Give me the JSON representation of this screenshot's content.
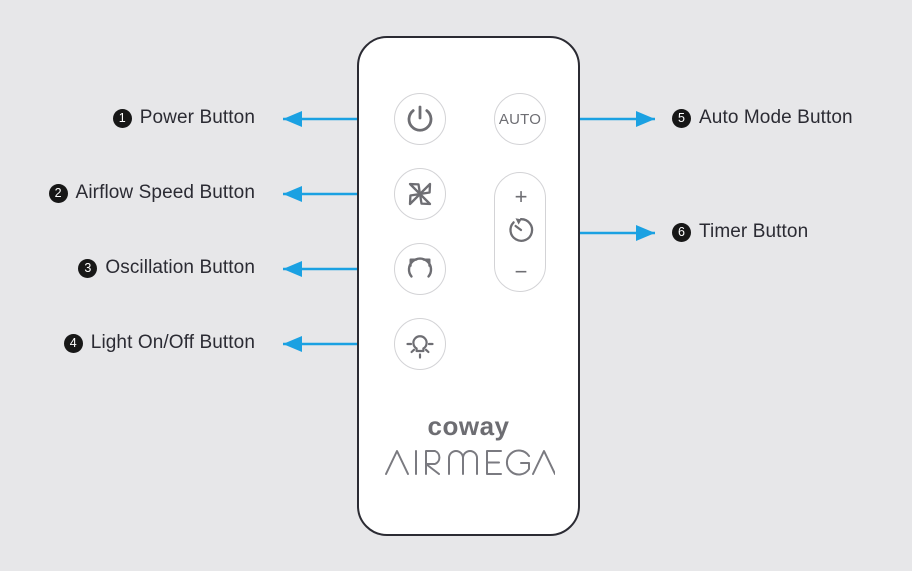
{
  "background_color": "#e7e7e9",
  "accent_color": "#1ba1e2",
  "remote": {
    "body_border_color": "#2b2b33",
    "body_fill_color": "#ffffff",
    "button_stroke_color": "#d3d3d6",
    "icon_color": "#6e6e73",
    "buttons": [
      {
        "id": "power",
        "icon": "power-icon",
        "label": ""
      },
      {
        "id": "airflow",
        "icon": "fan-blade-icon",
        "label": ""
      },
      {
        "id": "osc",
        "icon": "oscillation-icon",
        "label": ""
      },
      {
        "id": "light",
        "icon": "light-bulb-icon",
        "label": ""
      },
      {
        "id": "auto",
        "icon": "auto-text-icon",
        "label": "AUTO"
      },
      {
        "id": "timer",
        "icon": "timer-clock-icon",
        "label": ""
      }
    ],
    "timer": {
      "plus_label": "+",
      "minus_label": "−"
    },
    "brand": {
      "name": "coway",
      "product": "AIRMEGA",
      "color": "#6d6d72"
    }
  },
  "callouts": [
    {
      "number": "❶",
      "index": "1",
      "label": "Power Button",
      "side": "left"
    },
    {
      "number": "❷",
      "index": "2",
      "label": "Airflow Speed Button",
      "side": "left"
    },
    {
      "number": "❸",
      "index": "3",
      "label": "Oscillation Button",
      "side": "left"
    },
    {
      "number": "❹",
      "index": "4",
      "label": "Light On/Off Button",
      "side": "left"
    },
    {
      "number": "❺",
      "index": "5",
      "label": "Auto Mode Button",
      "side": "right"
    },
    {
      "number": "❻",
      "index": "6",
      "label": "Timer Button",
      "side": "right"
    }
  ]
}
